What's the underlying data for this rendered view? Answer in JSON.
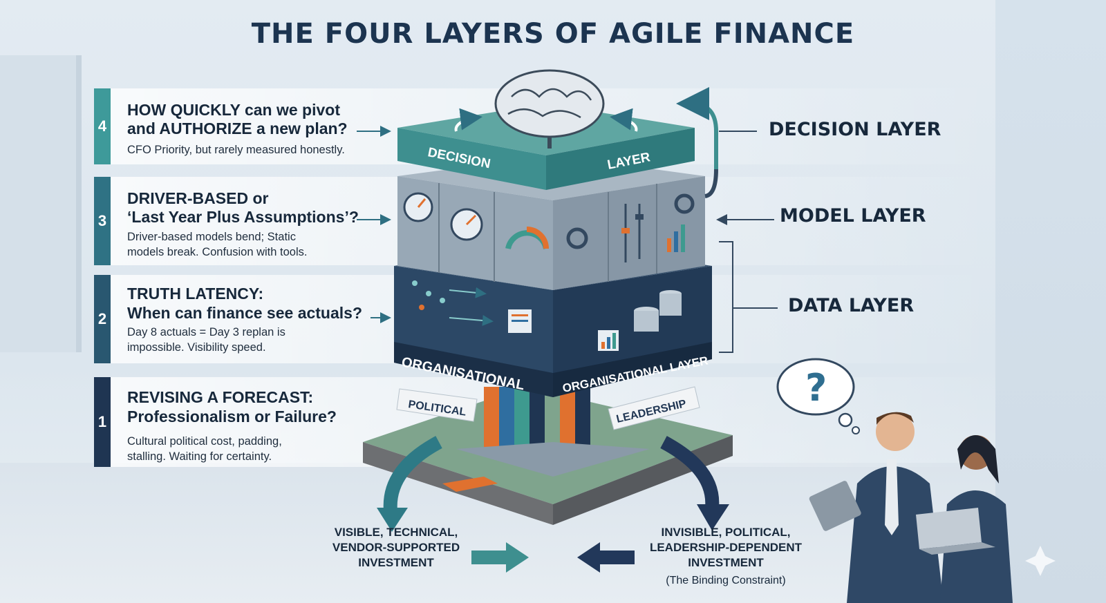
{
  "title": "THE FOUR LAYERS OF AGILE FINANCE",
  "rows": [
    {
      "num": "4",
      "question": [
        "HOW QUICKLY can we pivot",
        "and AUTHORIZE a new plan?"
      ],
      "desc": [
        "CFO Priority, but rarely measured honestly."
      ],
      "color": "#3e9a9a"
    },
    {
      "num": "3",
      "question": [
        "DRIVER-BASED or",
        "‘Last Year Plus Assumptions’?"
      ],
      "desc": [
        "Driver-based models bend; Static",
        "models break. Confusion with tools."
      ],
      "color": "#2f7284"
    },
    {
      "num": "2",
      "question": [
        "TRUTH LATENCY:",
        "When can finance see actuals?"
      ],
      "desc": [
        "Day 8 actuals = Day 3 replan is",
        "impossible. Visibility speed."
      ],
      "color": "#295770"
    },
    {
      "num": "1",
      "question": [
        "REVISING A FORECAST:",
        "Professionalism or Failure?"
      ],
      "desc": [
        "Cultural political cost, padding,",
        "stalling. Waiting for certainty."
      ],
      "color": "#1f3552"
    }
  ],
  "layers": {
    "decision": "DECISION LAYER",
    "model": "MODEL LAYER",
    "data": "DATA LAYER"
  },
  "block_labels": {
    "decision_left": "DECISION",
    "decision_right": "LAYER",
    "org_left": "ORGANISATIONAL",
    "org_right": "ORGANISATIONAL LAYER",
    "political": "POLITICAL",
    "leadership": "LEADERSHIP"
  },
  "bottom": {
    "left": [
      "VISIBLE, TECHNICAL,",
      "VENDOR-SUPPORTED",
      "INVESTMENT"
    ],
    "right": [
      "INVISIBLE, POLITICAL,",
      "LEADERSHIP-DEPENDENT",
      "INVESTMENT"
    ],
    "right_note": "(The Binding Constraint)"
  },
  "thought_symbol": "?",
  "colors": {
    "navy": "#1f3552",
    "teal": "#3e8f8f",
    "accent": "#e0712f"
  }
}
